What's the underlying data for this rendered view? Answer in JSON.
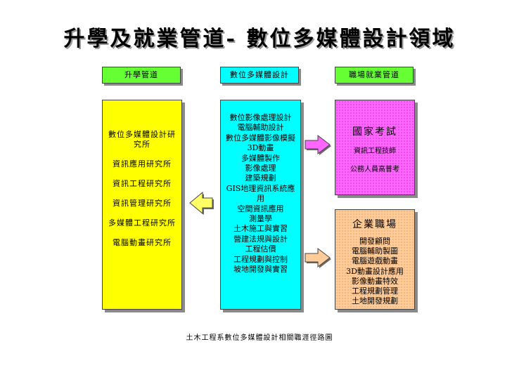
{
  "title": "升學及就業管道- 數位多媒體設計領域",
  "headers": {
    "left": "升學管道",
    "middle": "數位多媒體設計",
    "right": "職場就業管道"
  },
  "left_box": {
    "items": [
      "數位多媒體設計研究所",
      "資訊應用研究所",
      "資訊工程研究所",
      "資訊管理研究所",
      "多媒體工程研究所",
      "電腦動畫研究所"
    ]
  },
  "middle_box": {
    "items": [
      "數位影像處理設計",
      "電腦輔助設計",
      "數位多媒體影像模擬",
      "3D動畫",
      "多媒體製作",
      "影像處理",
      "建築規劃",
      "GIS地理資訊系統應用",
      "空間資訊應用",
      "測量學",
      "土木施工與實習",
      "營建法規與設計",
      "工程估價",
      "工程規劃與控制",
      "坡地開發與實習"
    ]
  },
  "right_top_box": {
    "title": "國家考試",
    "items": [
      "資訊工程技師",
      "公務人員高普考"
    ]
  },
  "right_bottom_box": {
    "title": "企業職場",
    "items": [
      "開發顧問",
      "電腦輔助製圖",
      "電腦遊戲動畫",
      "3D動畫設計應用",
      "影像動畫特效",
      "工程規劃管理",
      "土地開發規劃"
    ]
  },
  "caption": "土木工程系數位多媒體設計相關職涯徑路圖",
  "colors": {
    "header_green": "#66ff33",
    "cyan": "#00ffff",
    "yellow": "#ffff00",
    "pink": "#ff66ff",
    "peach": "#ffcc99",
    "arrow_left": "#ffff66",
    "arrow_up_right": "#ff66ff",
    "arrow_down_right": "#ffcc99"
  }
}
